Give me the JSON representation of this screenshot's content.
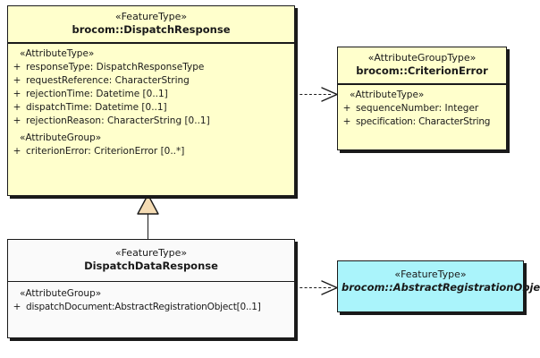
{
  "diagram": {
    "type": "uml-class-diagram",
    "background": "#ffffff",
    "colors": {
      "feature_type_fill": "#ffffcc",
      "attribute_group_type_fill": "#ffffcc",
      "subclass_fill": "#fafafa",
      "abstract_fill": "#aaf4fb",
      "border": "#1a1a1a",
      "generalization_triangle_fill": "#f5dcb4"
    }
  },
  "classes": {
    "dispatch_response": {
      "stereotype": "«FeatureType»",
      "name": "brocom::DispatchResponse",
      "compartments": [
        {
          "group_label": "«AttributeType»",
          "attributes": [
            {
              "visibility": "+",
              "text": "responseType: DispatchResponseType"
            },
            {
              "visibility": "+",
              "text": "requestReference: CharacterString"
            },
            {
              "visibility": "+",
              "text": "rejectionTime: Datetime [0..1]"
            },
            {
              "visibility": "+",
              "text": "dispatchTime: Datetime [0..1]"
            },
            {
              "visibility": "+",
              "text": "rejectionReason: CharacterString [0..1]"
            }
          ]
        },
        {
          "group_label": "«AttributeGroup»",
          "attributes": [
            {
              "visibility": "+",
              "text": "criterionError: CriterionError [0..*]"
            }
          ]
        }
      ]
    },
    "criterion_error": {
      "stereotype": "«AttributeGroupType»",
      "name": "brocom::CriterionError",
      "compartments": [
        {
          "group_label": "«AttributeType»",
          "attributes": [
            {
              "visibility": "+",
              "text": "sequenceNumber: Integer"
            },
            {
              "visibility": "+",
              "text": "specification: CharacterString"
            }
          ]
        }
      ]
    },
    "dispatch_data_response": {
      "stereotype": "«FeatureType»",
      "name": "DispatchDataResponse",
      "compartments": [
        {
          "group_label": "«AttributeGroup»",
          "attributes": [
            {
              "visibility": "+",
              "text": "dispatchDocument:AbstractRegistrationObject[0..1]"
            }
          ]
        }
      ]
    },
    "abstract_registration_object": {
      "stereotype": "«FeatureType»",
      "name": "brocom::AbstractRegistrationObject",
      "italic": true,
      "compartments": []
    }
  },
  "relationships": [
    {
      "id": "dep-dispatchresponse-criterionerror",
      "kind": "dependency",
      "style": "dashed-open-arrow",
      "from": "brocom::DispatchResponse",
      "to": "brocom::CriterionError"
    },
    {
      "id": "gen-dispatchdataresponse-dispatchresponse",
      "kind": "generalization",
      "style": "solid-hollow-triangle",
      "from": "DispatchDataResponse",
      "to": "brocom::DispatchResponse"
    },
    {
      "id": "dep-dispatchdataresponse-abstractregistrationobject",
      "kind": "dependency",
      "style": "dashed-open-arrow",
      "from": "DispatchDataResponse",
      "to": "brocom::AbstractRegistrationObject"
    }
  ]
}
